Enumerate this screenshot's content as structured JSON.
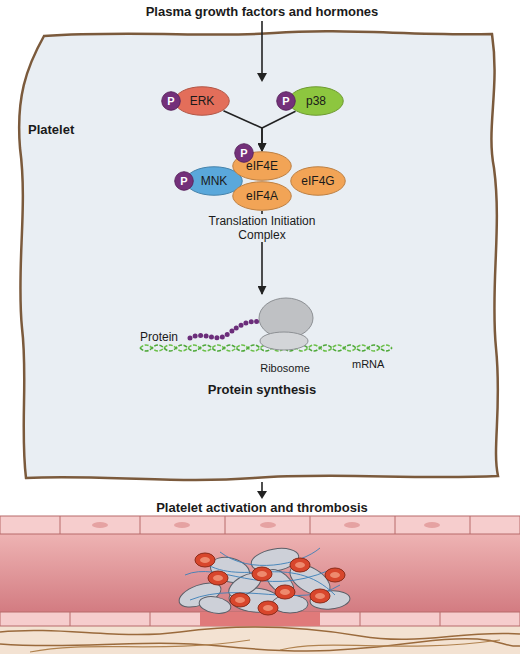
{
  "diagram": {
    "title": "Plasma growth factors and hormones",
    "nodes": [
      {
        "text": [
          "Platelet"
        ]
      },
      {
        "text": [
          "P"
        ],
        "in": 0
      },
      {
        "text": [
          "ERK"
        ],
        "in": 0
      },
      {
        "text": [
          "P"
        ],
        "in": 0
      },
      {
        "text": [
          "p38"
        ],
        "in": 0
      },
      {
        "text": [
          "P"
        ],
        "in": 0
      },
      {
        "text": [
          "MNK"
        ],
        "in": 0
      },
      {
        "text": [
          "P"
        ],
        "in": 0
      },
      {
        "text": [
          "eIF4E"
        ],
        "in": 0
      },
      {
        "text": [
          "eIF4A"
        ],
        "in": 0
      },
      {
        "text": [
          "eIF4G"
        ],
        "in": 0
      },
      {
        "text": [
          "Ribosome"
        ],
        "in": 0
      }
    ],
    "edges": [
      {
        "from": 2,
        "to": 8,
        "arrow": "to"
      },
      {
        "from": 4,
        "to": 8,
        "arrow": "to"
      },
      {
        "from": 9,
        "to": 11,
        "arrow": "to"
      }
    ],
    "labels": [
      "Translation Initiation Complex",
      "Protein",
      "mRNA",
      "Protein synthesis",
      "Platelet activation and thrombosis"
    ]
  }
}
